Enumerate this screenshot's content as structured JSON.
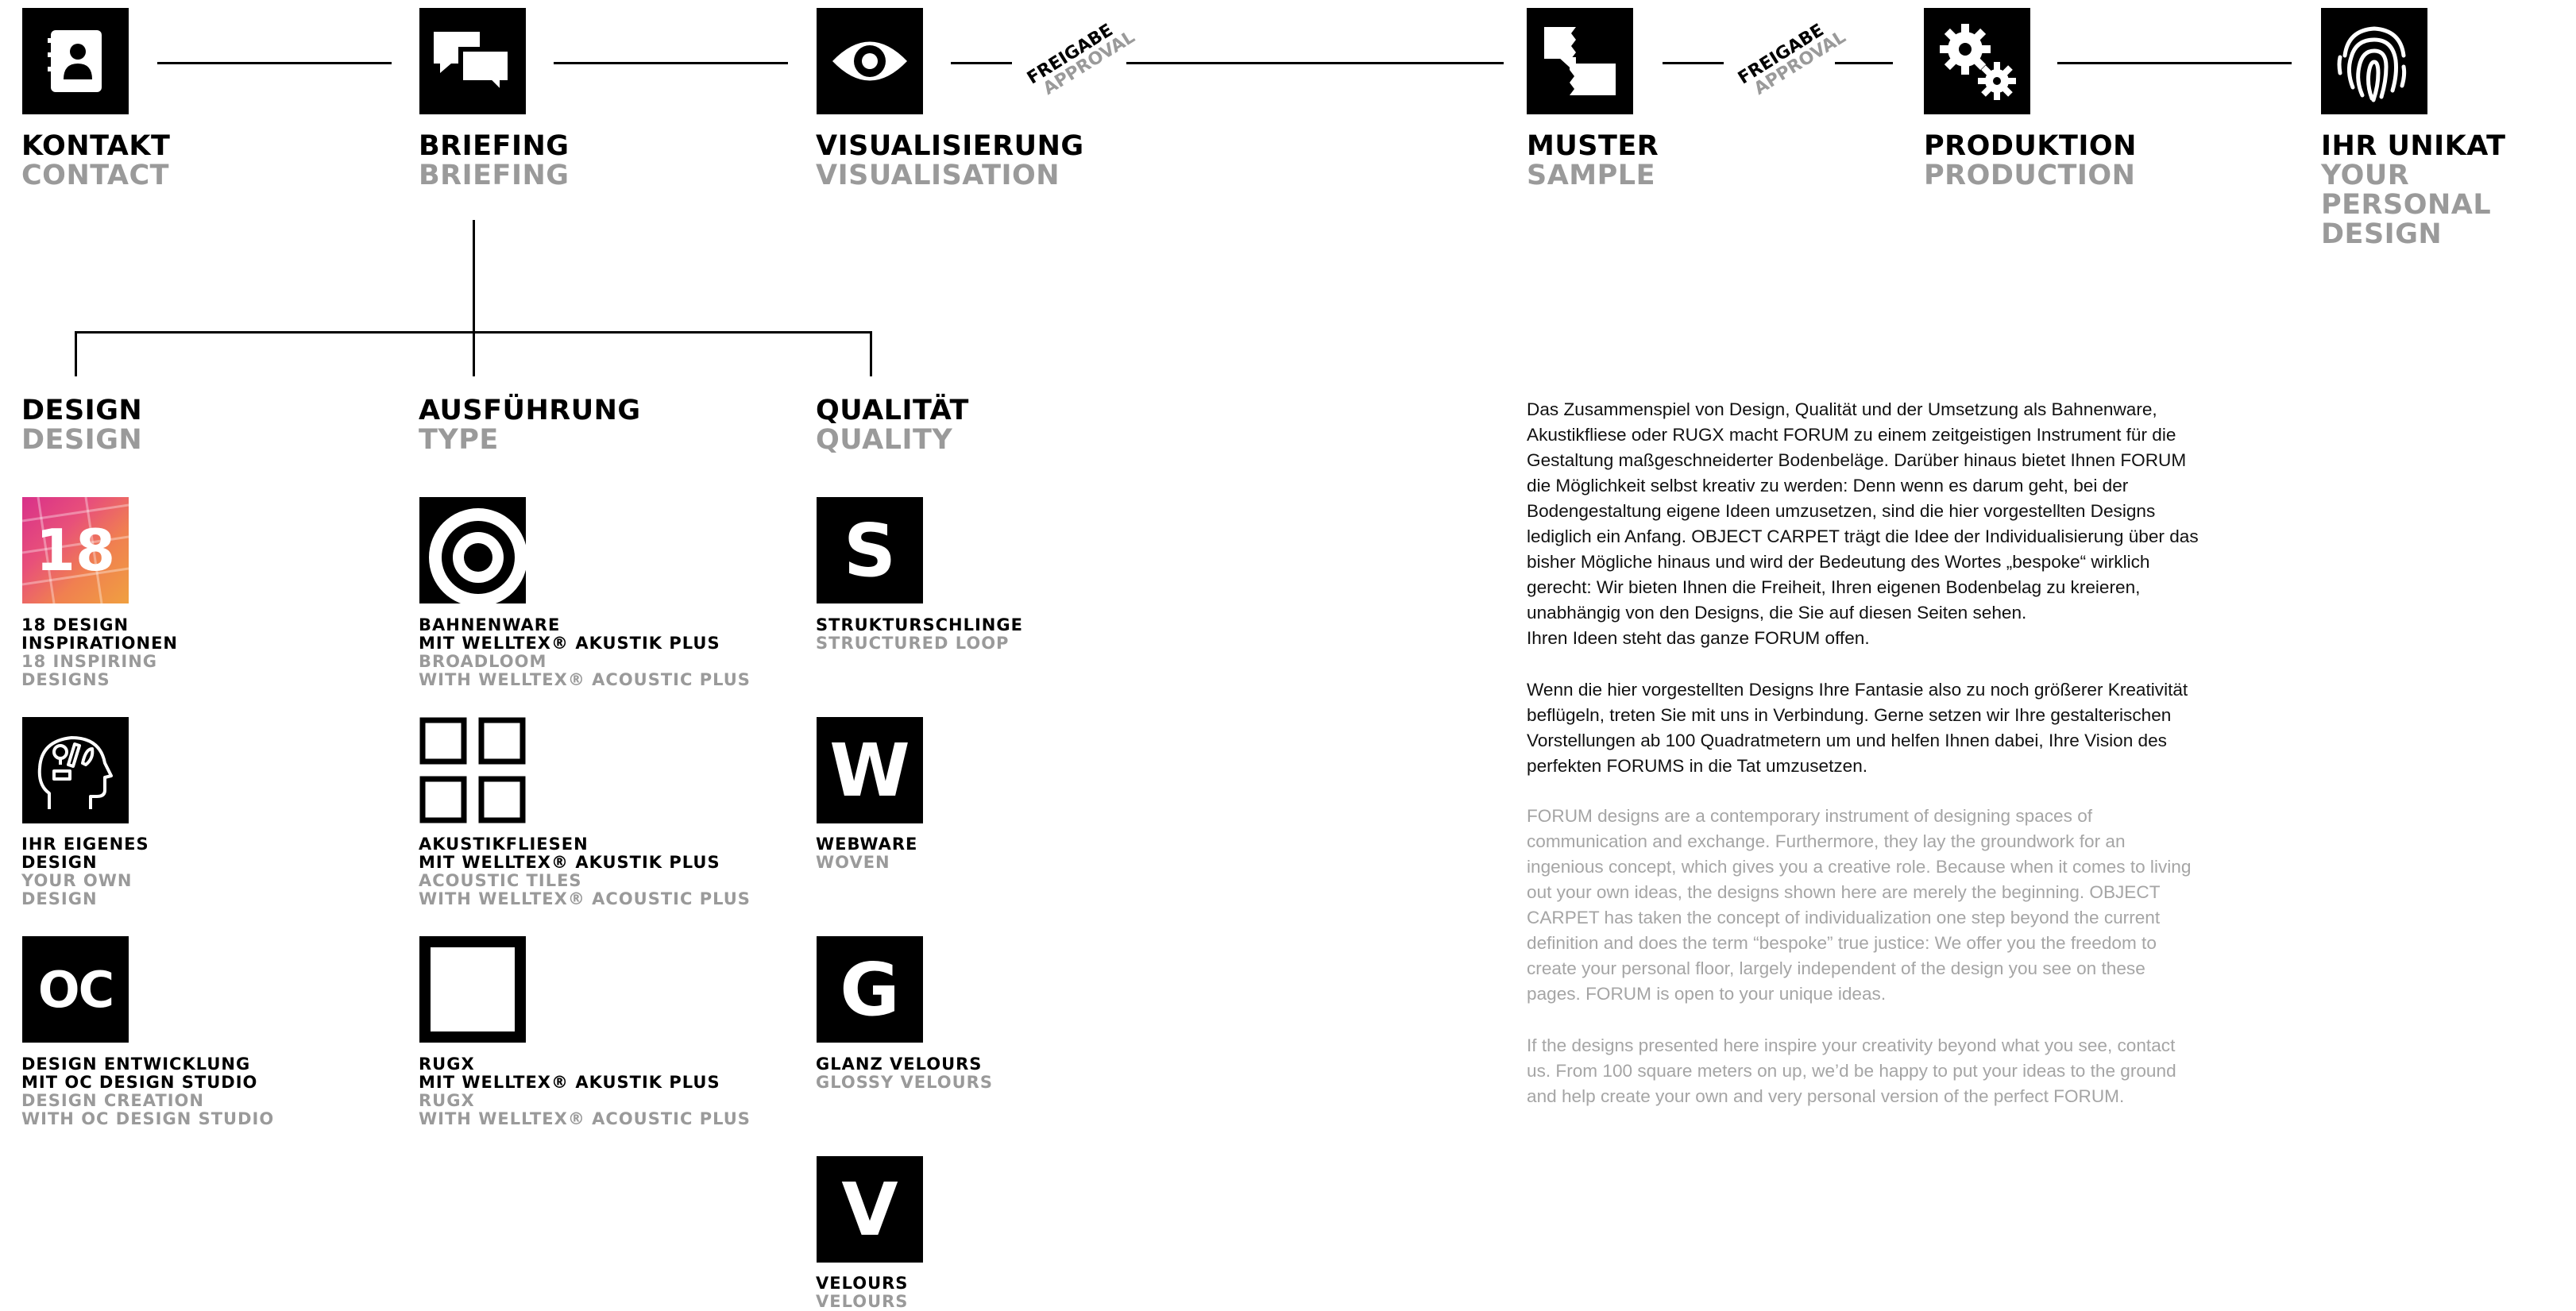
{
  "process": {
    "steps": [
      {
        "de": "KONTAKT",
        "en": "CONTACT",
        "icon": "contact-book-icon"
      },
      {
        "de": "BRIEFING",
        "en": "BRIEFING",
        "icon": "speech-bubbles-icon"
      },
      {
        "de": "VISUALISIERUNG",
        "en": "VISUALISATION",
        "icon": "eye-icon"
      },
      {
        "de": "MUSTER",
        "en": "SAMPLE",
        "icon": "carpet-sample-icon"
      },
      {
        "de": "PRODUKTION",
        "en": "PRODUCTION",
        "icon": "gears-icon"
      },
      {
        "de": "IHR UNIKAT",
        "en": "YOUR PERSONAL",
        "en2": "DESIGN",
        "icon": "fingerprint-icon"
      }
    ],
    "approvals": [
      {
        "de": "FREIGABE",
        "en": "APPROVAL"
      },
      {
        "de": "FREIGABE",
        "en": "APPROVAL"
      }
    ]
  },
  "categories": {
    "design": {
      "de": "DESIGN",
      "en": "DESIGN",
      "items": [
        {
          "icon": "inspirations-18-icon",
          "badge": "18",
          "de1": "18 DESIGN",
          "de2": "INSPIRATIONEN",
          "en1": "18 INSPIRING",
          "en2": "DESIGNS"
        },
        {
          "icon": "creative-head-icon",
          "de1": "IHR EIGENES",
          "de2": "DESIGN",
          "en1": "YOUR OWN",
          "en2": "DESIGN"
        },
        {
          "icon": "oc-logo-icon",
          "badge": "OC",
          "de1": "DESIGN ENTWICKLUNG",
          "de2": "MIT OC DESIGN STUDIO",
          "en1": "DESIGN CREATION",
          "en2": "WITH OC DESIGN STUDIO"
        }
      ]
    },
    "type": {
      "de": "AUSFÜHRUNG",
      "en": "TYPE",
      "items": [
        {
          "icon": "broadloom-roll-icon",
          "de1": "BAHNENWARE",
          "de2": "MIT WELLTEX® AKUSTIK PLUS",
          "en1": "BROADLOOM",
          "en2": "WITH WELLTEX® ACOUSTIC PLUS"
        },
        {
          "icon": "tiles-icon",
          "de1": "AKUSTIKFLIESEN",
          "de2": "MIT WELLTEX® AKUSTIK PLUS",
          "en1": "ACOUSTIC TILES",
          "en2": "WITH WELLTEX® ACOUSTIC PLUS"
        },
        {
          "icon": "rug-icon",
          "de1": "RUGX",
          "de2": "MIT WELLTEX® AKUSTIK PLUS",
          "en1": "RUGX",
          "en2": "WITH WELLTEX® ACOUSTIC PLUS"
        }
      ]
    },
    "quality": {
      "de": "QUALITÄT",
      "en": "QUALITY",
      "items": [
        {
          "letter": "S",
          "icon": "letter-s-icon",
          "de": "STRUKTURSCHLINGE",
          "en": "STRUCTURED LOOP"
        },
        {
          "letter": "W",
          "icon": "letter-w-icon",
          "de": "WEBWARE",
          "en": "WOVEN"
        },
        {
          "letter": "G",
          "icon": "letter-g-icon",
          "de": "GLANZ VELOURS",
          "en": "GLOSSY VELOURS"
        },
        {
          "letter": "V",
          "icon": "letter-v-icon",
          "de": "VELOURS",
          "en": "VELOURS"
        }
      ]
    }
  },
  "text": {
    "de1": "Das Zusammenspiel von Design, Qualität und der Umsetzung als Bahnenware, Akustikfliese oder RUGX macht FORUM zu einem zeitgeistigen Instrument für die Gestaltung maßgeschneiderter Bodenbeläge. Darüber hinaus bietet Ihnen FORUM die Möglichkeit selbst kreativ zu werden: Denn wenn es darum geht, bei der Bodengestaltung eigene Ideen umzusetzen, sind die hier vorgestellten Designs lediglich ein Anfang. OBJECT CARPET trägt die Idee der Individualisierung über das bisher Mögliche hinaus und wird der Bedeutung des Wortes „bespoke“ wirklich gerecht: Wir bieten Ihnen die Freiheit, Ihren eigenen Bodenbelag zu kreieren, unabhängig von den Designs, die Sie auf diesen Seiten sehen.",
    "de1b": "Ihren Ideen steht das ganze FORUM offen.",
    "de2": "Wenn die hier vorgestellten Designs Ihre Fantasie also zu noch größerer Kreativität beflügeln, treten Sie mit uns in Verbindung. Gerne setzen wir Ihre gestalterischen Vorstellungen ab 100 Quadratmetern um und helfen Ihnen dabei, Ihre Vision des perfekten FORUMS in die Tat umzusetzen.",
    "en1": "FORUM designs are a contemporary instrument of designing spaces of communication and exchange. Furthermore, they lay the groundwork for an ingenious concept, which gives you a creative role. Because when it comes to living out your own ideas, the designs shown here are merely the beginning. OBJECT CARPET has taken the concept of individualization one step beyond the current definition and does the term “bespoke” true justice: We offer you the freedom to create your personal floor, largely independent of the design you see on these pages. FORUM is open to your unique ideas.",
    "en2": "If the designs presented here inspire your creativity beyond what you see, contact us. From 100 square meters on up, we’d be happy to put your ideas to the ground and help create your own and very personal version of the perfect FORUM."
  }
}
